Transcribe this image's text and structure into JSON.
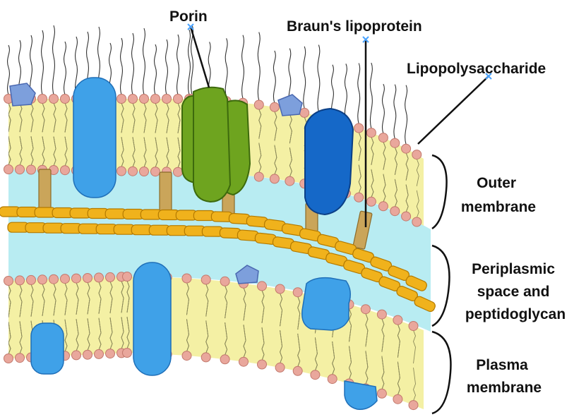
{
  "labels": {
    "porin": "Porin",
    "braun": "Braun's lipoprotein",
    "lps": "Lipopolysaccharide",
    "outer": [
      "Outer",
      "membrane"
    ],
    "peri": [
      "Periplasmic",
      "space and",
      "peptidoglycan"
    ],
    "plasma": [
      "Plasma",
      "membrane"
    ]
  },
  "colors": {
    "lipid_core": "#f4f0a4",
    "lipid_head": "#e9a79c",
    "periplasm": "#b8ecf2",
    "peptidoglycan": "#f0b21c",
    "protein_light": "#3fa1e8",
    "protein_dark": "#1568c8",
    "porin": "#6ea41f",
    "lipoprotein": "#caa55a",
    "small_protein": "#7d9fdc"
  }
}
